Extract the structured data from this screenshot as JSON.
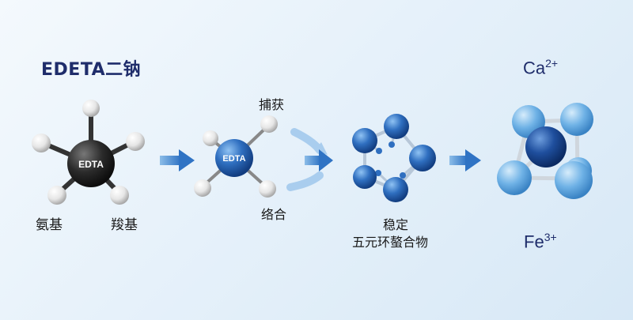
{
  "title": "EDETA二钠",
  "labels": {
    "amino": "氨基",
    "carboxyl": "羧基",
    "capture": "捕获",
    "complexation": "络合",
    "stable": "稳定",
    "five_ring": "五元环螯合物"
  },
  "molecule_center_label": "EDTA",
  "ions": {
    "ca": {
      "symbol": "Ca",
      "charge": "2+"
    },
    "fe": {
      "symbol": "Fe",
      "charge": "3+"
    }
  },
  "colors": {
    "dark_atom": "#2b2b2b",
    "blue_atom": "#2f6fc0",
    "light_blue_atom": "#6fb2e6",
    "arrow": "#2f73c4",
    "title": "#1f2d6b"
  }
}
